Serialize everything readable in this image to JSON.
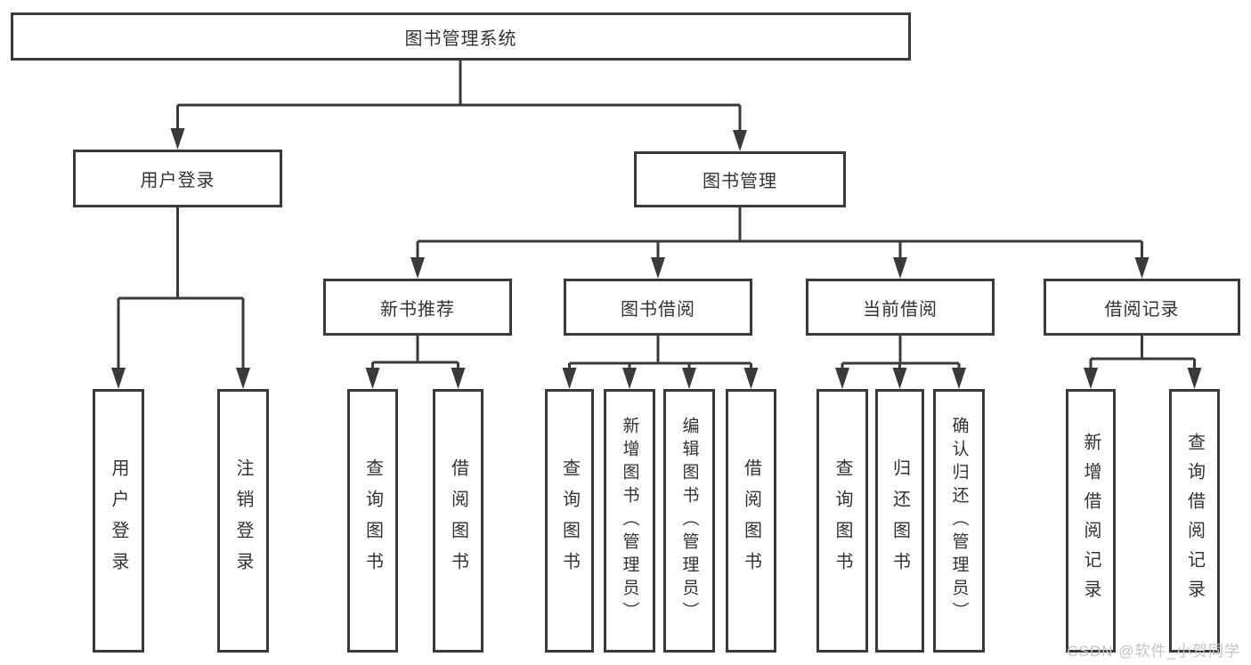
{
  "diagram": {
    "tree": {
      "label": "图书管理系统",
      "children": [
        {
          "label": "用户登录",
          "children": [
            {
              "label": "用户登录"
            },
            {
              "label": "注销登录"
            }
          ]
        },
        {
          "label": "图书管理",
          "children": [
            {
              "label": "新书推荐",
              "children": [
                {
                  "label": "查询图书"
                },
                {
                  "label": "借阅图书"
                }
              ]
            },
            {
              "label": "图书借阅",
              "children": [
                {
                  "label": "查询图书"
                },
                {
                  "label": "新增图书（管理员）"
                },
                {
                  "label": "编辑图书（管理员）"
                },
                {
                  "label": "借阅图书"
                }
              ]
            },
            {
              "label": "当前借阅",
              "children": [
                {
                  "label": "查询图书"
                },
                {
                  "label": "归还图书"
                },
                {
                  "label": "确认归还（管理员）"
                }
              ]
            },
            {
              "label": "借阅记录",
              "children": [
                {
                  "label": "新增借阅记录"
                },
                {
                  "label": "查询借阅记录"
                }
              ]
            }
          ]
        }
      ]
    },
    "colors": {
      "line": "#3a3a3a",
      "box_border": "#3a3a3a",
      "text": "#333333",
      "background": "#ffffff",
      "watermark": "#c3c3c3"
    }
  },
  "watermark": {
    "text": "CSDN @软件_小贺同学"
  }
}
